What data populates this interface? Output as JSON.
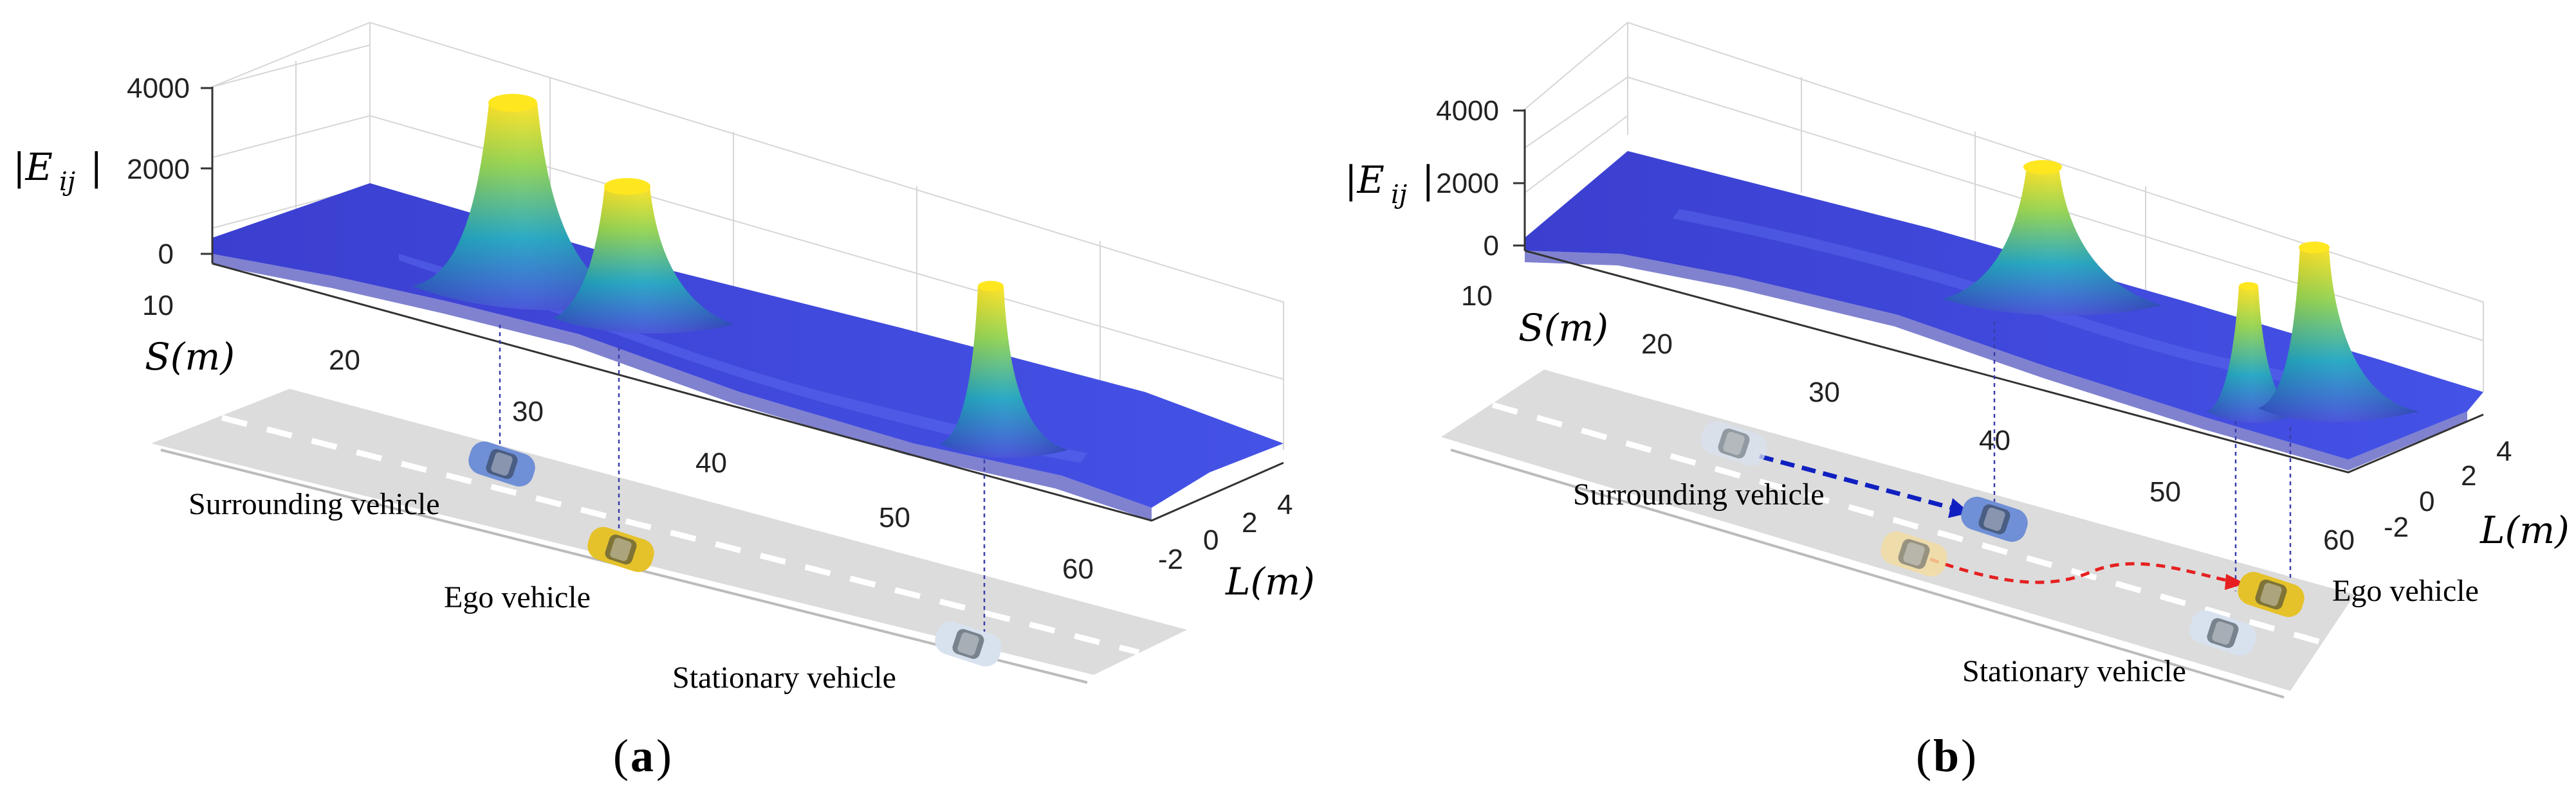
{
  "panels": [
    {
      "label": "a",
      "z_ticks": [
        "0",
        "2000",
        "4000"
      ],
      "z_axis_label": "|E",
      "z_axis_sub": "ij",
      "s_ticks": [
        "10",
        "20",
        "30",
        "40",
        "50",
        "60"
      ],
      "s_axis_label": "S(m)",
      "l_ticks": [
        "-2",
        "0",
        "2",
        "4"
      ],
      "l_axis_label": "L(m)",
      "vehicle_labels": [
        "Surrounding vehicle",
        "Ego vehicle",
        "Stationary vehicle"
      ]
    },
    {
      "label": "b",
      "z_ticks": [
        "0",
        "2000",
        "4000"
      ],
      "z_axis_label": "|E",
      "z_axis_sub": "ij",
      "s_ticks": [
        "10",
        "20",
        "30",
        "40",
        "50",
        "60"
      ],
      "s_axis_label": "S(m)",
      "l_ticks": [
        "-2",
        "0",
        "2",
        "4"
      ],
      "l_axis_label": "L(m)",
      "vehicle_labels": [
        "Surrounding vehicle",
        "Ego vehicle",
        "Stationary vehicle"
      ]
    }
  ],
  "colors": {
    "surface_low": "#3c3fd6",
    "surface_mid": "#1fa7b8",
    "surface_high": "#f7e21c",
    "road": "#d9d9d9",
    "ego_car": "#e5c22a",
    "surrounding_car": "#6f8fd6",
    "stationary_car": "#d8e2ee",
    "ego_path": "#e62020",
    "surrounding_path": "#1020c0"
  },
  "icons": [
    "car-icon"
  ]
}
